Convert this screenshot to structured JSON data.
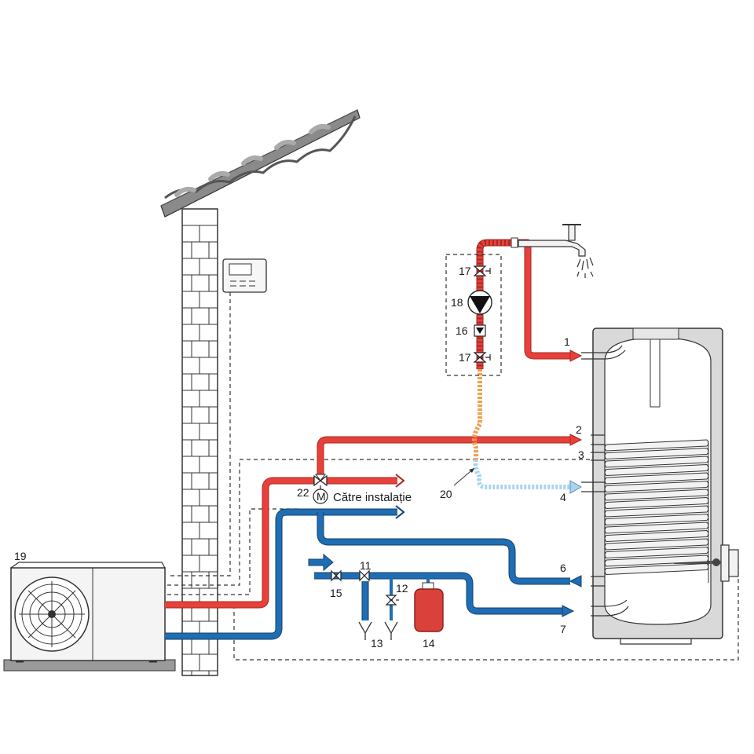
{
  "labels": {
    "n1": "1",
    "n2": "2",
    "n3": "3",
    "n4": "4",
    "n6": "6",
    "n7": "7",
    "n11": "11",
    "n12": "12",
    "n13": "13",
    "n14": "14",
    "n15": "15",
    "n16": "16",
    "n17a": "17",
    "n17b": "17",
    "n18": "18",
    "n19": "19",
    "n20": "20",
    "n22": "22",
    "motor": "M",
    "catre": "Către instalație"
  },
  "colors": {
    "hot": "#e8403a",
    "cold": "#1f6eb3",
    "recirc": "#f0a050",
    "recirc_return": "#a8d4ef",
    "tank": "#d9d9d9"
  },
  "icons": [
    "roof-icon",
    "controller-icon",
    "heat-pump-icon",
    "fan-icon",
    "tap-icon",
    "pump-icon",
    "valve-icon",
    "check-valve-icon",
    "expansion-vessel-icon",
    "three-way-valve-icon",
    "tank-icon",
    "coil-icon",
    "drain-icon"
  ]
}
